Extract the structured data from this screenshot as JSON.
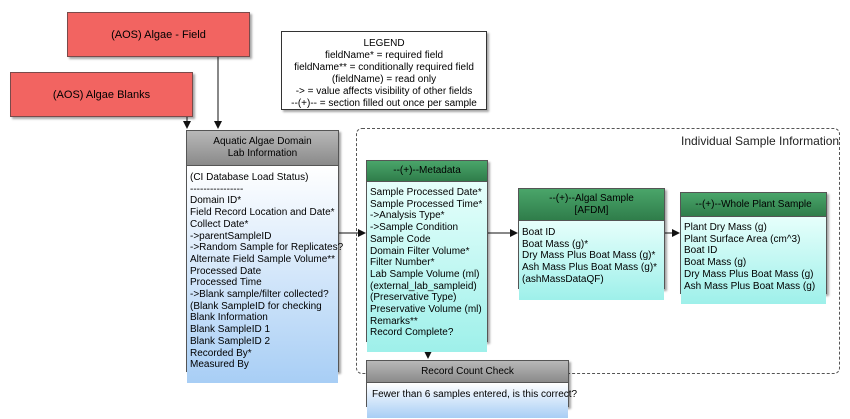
{
  "aos_field": "(AOS) Algae - Field",
  "aos_blanks": "(AOS) Algae Blanks",
  "legend": {
    "title": "LEGEND",
    "lines": [
      "fieldName* = required field",
      "fieldName** = conditionally required field",
      "(fieldName) = read only",
      "-> = value affects visibility of other fields",
      "--(+)-- = section filled out once per sample"
    ]
  },
  "region_title": "Individual Sample Information",
  "lab_info": {
    "title_line1": "Aquatic Algae Domain",
    "title_line2": "Lab Information",
    "fields": [
      "(CI Database Load Status)",
      "----------------",
      "Domain ID*",
      "Field Record Location and Date*",
      "Collect Date*",
      "->parentSampleID",
      "->Random Sample for Replicates?",
      "Alternate Field Sample Volume**",
      "Processed Date",
      "Processed Time",
      "->Blank sample/filter collected?",
      "(Blank SampleID for checking",
      "Blank Information",
      "Blank SampleID 1",
      "Blank SampleID 2",
      "Recorded By*",
      "Measured By"
    ]
  },
  "metadata": {
    "title": "--(+)--Metadata",
    "fields": [
      "Sample Processed Date*",
      "Sample Processed Time*",
      "->Analysis Type*",
      "->Sample Condition",
      "Sample Code",
      "Domain Filter Volume*",
      "Filter Number*",
      "Lab Sample Volume (ml)",
      "(external_lab_sampleid)",
      "(Preservative Type)",
      "Preservative Volume (ml)",
      "Remarks**",
      "Record Complete?"
    ]
  },
  "algal_sample": {
    "title_line1": "--(+)--Algal Sample",
    "title_line2": "[AFDM]",
    "fields": [
      "Boat ID",
      "Boat Mass (g)*",
      "Dry Mass Plus Boat Mass (g)*",
      "Ash Mass Plus Boat Mass (g)*",
      "(ashMassDataQF)"
    ]
  },
  "whole_plant": {
    "title": "--(+)--Whole Plant Sample",
    "fields": [
      "Plant Dry Mass (g)",
      "Plant Surface Area (cm^3)",
      "Boat ID",
      "Boat Mass (g)",
      "Dry Mass Plus Boat Mass (g)",
      "Ash Mass Plus Boat Mass (g)"
    ]
  },
  "record_count": {
    "title": "Record Count Check",
    "message": "Fewer than 6 samples entered, is this correct?"
  }
}
